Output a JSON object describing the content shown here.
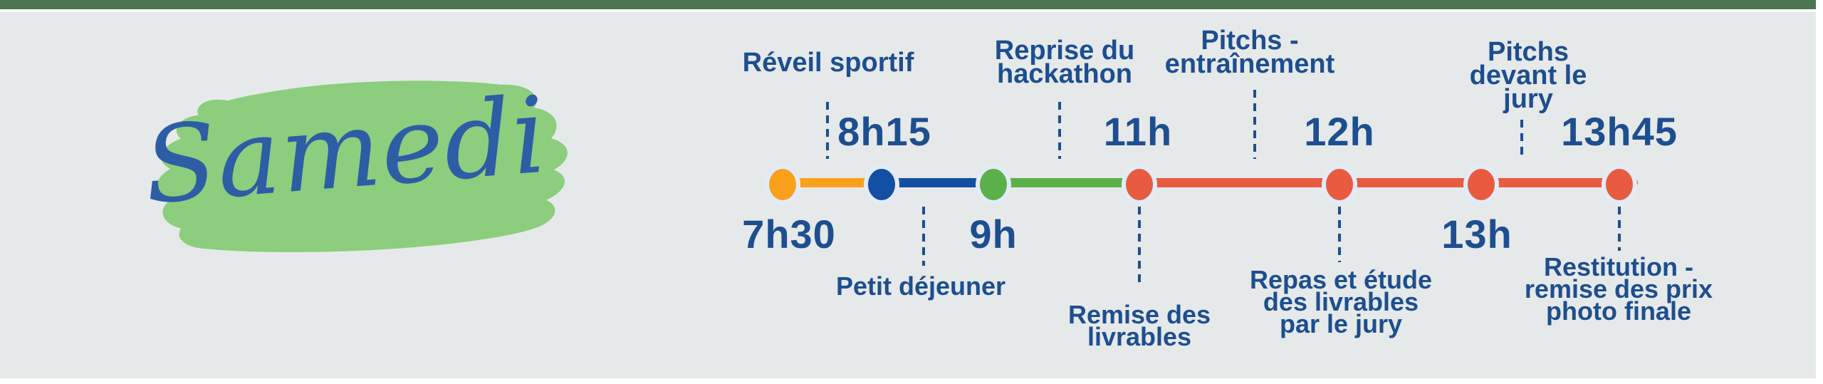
{
  "canvas": {
    "top_bar_color": "#4b7551",
    "background_color": "#e6e9e9",
    "page_color": "#ffffff"
  },
  "day": {
    "label": "Samedi",
    "brush_color": "#8ccd7e",
    "script_color": "#2d5da5"
  },
  "palette": {
    "label_blue": "#1d4e8f",
    "orange": "#f9a11c",
    "blue": "#134fa2",
    "green": "#5cb04a",
    "red": "#e95b40",
    "dot_halo": "#e2ebf7"
  },
  "timeline": {
    "events": [
      {
        "time": "7h30",
        "dot_color": "#f9a11c",
        "time_side": "below"
      },
      {
        "time": "8h15",
        "dot_color": "#134fa2",
        "time_side": "above"
      },
      {
        "time": "9h",
        "dot_color": "#5cb04a",
        "time_side": "below"
      },
      {
        "time": "11h",
        "dot_color": "#e95b40",
        "time_side": "above"
      },
      {
        "time": "12h",
        "dot_color": "#e95b40",
        "time_side": "above"
      },
      {
        "time": "13h",
        "dot_color": "#e95b40",
        "time_side": "below"
      },
      {
        "time": "13h45",
        "dot_color": "#e95b40",
        "time_side": "above"
      }
    ],
    "segments": [
      {
        "from": "7h30",
        "to": "8h15",
        "color": "#f9a11c"
      },
      {
        "from": "8h15",
        "to": "9h",
        "color": "#134fa2"
      },
      {
        "from": "9h",
        "to": "11h",
        "color": "#5cb04a"
      },
      {
        "from": "11h",
        "to": "fin",
        "color": "#e95b40"
      }
    ],
    "activities_above": [
      {
        "label": "Réveil sportif"
      },
      {
        "label": "Reprise du\nhackathon"
      },
      {
        "label": "Pitchs -\nentraînement"
      },
      {
        "label": "Pitchs\ndevant le\njury"
      }
    ],
    "activities_below": [
      {
        "label": "Petit déjeuner"
      },
      {
        "label": "Remise des\nlivrables"
      },
      {
        "label": "Repas et étude\ndes livrables\npar le jury"
      },
      {
        "label": "Restitution -\nremise des prix\nphoto finale"
      }
    ]
  }
}
